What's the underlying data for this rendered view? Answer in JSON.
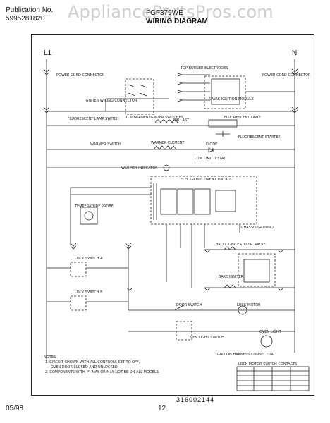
{
  "header": {
    "publication_label": "Publication No.",
    "publication_number": "5995281820",
    "model": "FGF379WE",
    "title": "WIRING DIAGRAM"
  },
  "watermark": "AppliancePartsPros.com",
  "diagram": {
    "line_label": "L1",
    "neutral_label": "N",
    "drawing_number": "316002144",
    "labels": {
      "power_cord_left": "POWER CORD CONNECTOR",
      "power_cord_right": "POWER CORD CONNECTOR",
      "igniter_conn": "IGNITER WIRING CONNECTOR",
      "top_burner_switches": "TOP BURNER IGNITER SWITCHES",
      "spark_module": "SPARK IGNITION MODULE",
      "top_burner_elec": "TOP BURNER ELECTRODES",
      "fl_lamp_switch": "FLUORESCENT LAMP SWITCH",
      "ballast": "BALLAST",
      "fl_lamp": "FLUORESCENT LAMP",
      "fl_starter": "FLUORESCENT STARTER",
      "warmer_switch": "WARMER SWITCH",
      "warmer_element": "WARMER ELEMENT",
      "low_limit": "LOW LIMIT T'STAT",
      "diode": "DIODE",
      "warmer_indicator": "WARMER INDICATOR",
      "eoc": "ELECTRONIC OVEN CONTROL",
      "temp_probe": "TEMPERATURE PROBE",
      "broil_igniter": "BROIL IGNITER",
      "dual_valve": "DUAL VALVE",
      "bake_igniter": "BAKE IGNITER",
      "lock_switch_a": "LOCK SWITCH A",
      "lock_switch_b": "LOCK SWITCH B",
      "door_switch": "DOOR SWITCH",
      "lock_motor": "LOCK MOTOR",
      "oven_light_switch": "OVEN LIGHT SWITCH",
      "oven_light": "OVEN LIGHT",
      "ignition_connector": "IGNITION HARNESS CONNECTOR",
      "chassis_ground": "CHASSIS GROUND"
    },
    "notes": {
      "heading": "NOTES:",
      "line1": "1. CIRCUIT SHOWN WITH ALL CONTROLS SET TO OFF,",
      "line2": "OVEN DOOR CLOSED AND UNLOCKED.",
      "line3": "2. COMPONENTS WITH (*) MAY OR MAY NOT BE ON ALL MODELS."
    },
    "table_title": "LOCK MOTOR SWITCH CONTACTS"
  },
  "footer": {
    "date": "05/98",
    "page": "12"
  }
}
